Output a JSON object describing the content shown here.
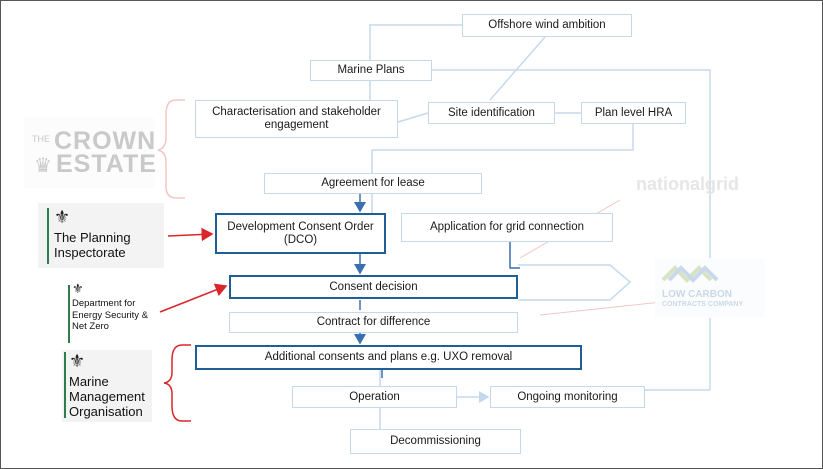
{
  "nodes": {
    "offshore": "Offshore wind ambition",
    "marine_plans": "Marine Plans",
    "characterisation": "Characterisation and stakeholder engagement",
    "site_id": "Site identification",
    "plan_hra": "Plan level HRA",
    "agreement": "Agreement for lease",
    "dco": "Development Consent Order (DCO)",
    "grid": "Application for grid connection",
    "consent": "Consent decision",
    "cfd": "Contract for difference",
    "additional": "Additional consents and plans e.g. UXO removal",
    "operation": "Operation",
    "monitoring": "Ongoing monitoring",
    "decommissioning": "Decommissioning"
  },
  "orgs": {
    "crown_estate_small": "THE",
    "crown_estate_top": "CROWN",
    "crown_estate_bottom": "ESTATE",
    "national_grid": "nationalgrid",
    "planning": "The Planning Inspectorate",
    "desnz": "Department for Energy Security & Net Zero",
    "mmo": "Marine Management Organisation",
    "lcc_name": "LOW CARBON",
    "lcc_sub": "CONTRACTS COMPANY"
  },
  "colors": {
    "strong_border": "#1f5f96",
    "faint_border": "#c5d9ee",
    "arrow": "#3a6fb0",
    "red": "#d9262b",
    "faint_line": "#c5d9ee"
  },
  "icons": {
    "crest": "royal-crest-icon",
    "crown": "crown-icon",
    "waves": "waves-icon"
  }
}
